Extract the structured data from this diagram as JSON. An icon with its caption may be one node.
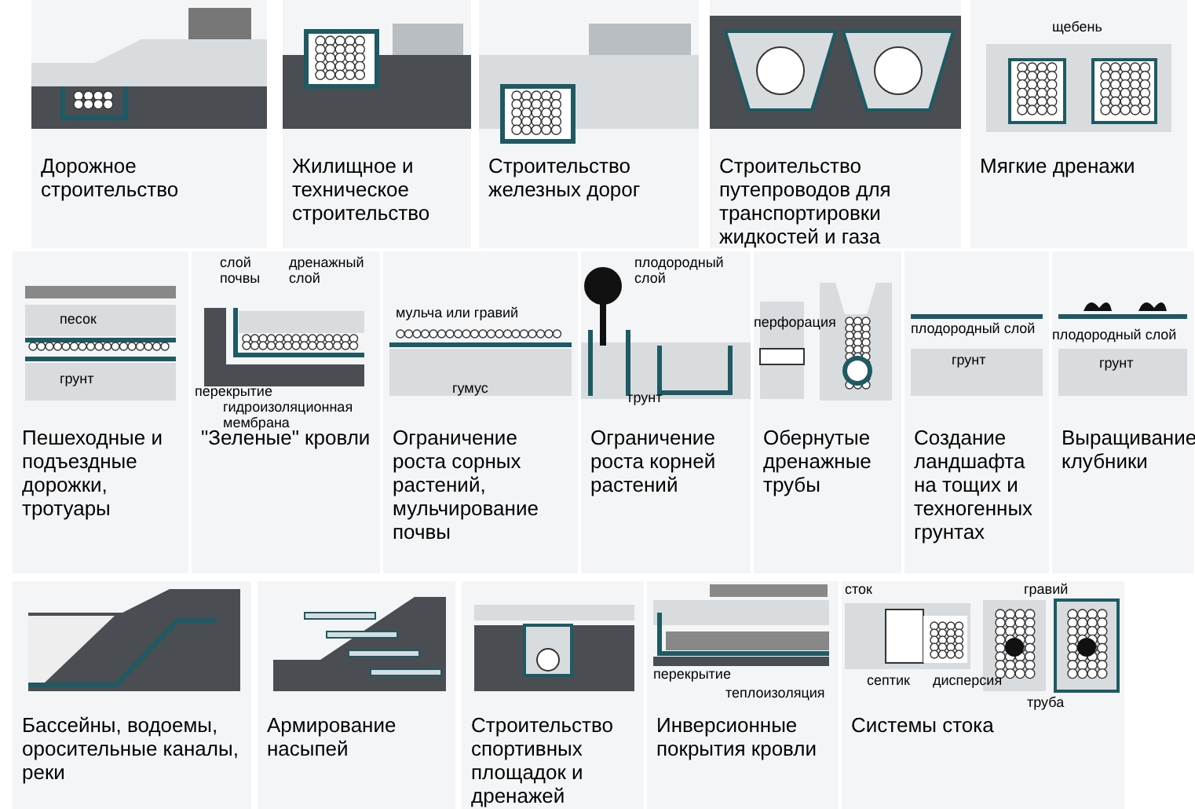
{
  "diagram": {
    "nodes": [
      {
        "text": [
          "Дорожное строительство"
        ]
      },
      {
        "text": [
          "Жилищное и техническое строительство"
        ]
      },
      {
        "text": [
          "Строительство железных дорог"
        ]
      },
      {
        "text": [
          "Строительство путепроводов для транспортировки жидкостей и газа"
        ]
      },
      {
        "text": [
          "Мягкие дренажи"
        ]
      },
      {
        "text": [
          "Пешеходные и подъездные дорожки, тротуары"
        ]
      },
      {
        "text": [
          "\"Зеленые\" кровли"
        ]
      },
      {
        "text": [
          "Ограничение роста сорных растений, мульчирование почвы"
        ]
      },
      {
        "text": [
          "Ограничение роста корней растений"
        ]
      },
      {
        "text": [
          "Обернутые дренажные трубы"
        ]
      },
      {
        "text": [
          "Создание ландшафта на тощих и техногенных грунтах"
        ]
      },
      {
        "text": [
          "Выращивание клубники"
        ]
      },
      {
        "text": [
          "Бассейны, водоемы, оросительные каналы, реки"
        ]
      },
      {
        "text": [
          "Армирование насыпей"
        ]
      },
      {
        "text": [
          "Строительство спортивных площадок и дренажей"
        ]
      },
      {
        "text": [
          "Инверсионные покрытия кровли"
        ]
      },
      {
        "text": [
          "Системы стока"
        ]
      }
    ],
    "labels": [
      "щебень",
      "песок",
      "грунт",
      "слой почвы",
      "дренажный слой",
      "перекрытие",
      "гидроизоляционная мембрана",
      "мульча или гравий",
      "гумус",
      "плодородный слой",
      "грунт",
      "перфорация",
      "плодородный слой",
      "грунт",
      "плодородный слой",
      "грунт",
      "перекрытие",
      "теплоизоляция",
      "сток",
      "гравий",
      "септик",
      "дисперсия",
      "труба"
    ]
  }
}
